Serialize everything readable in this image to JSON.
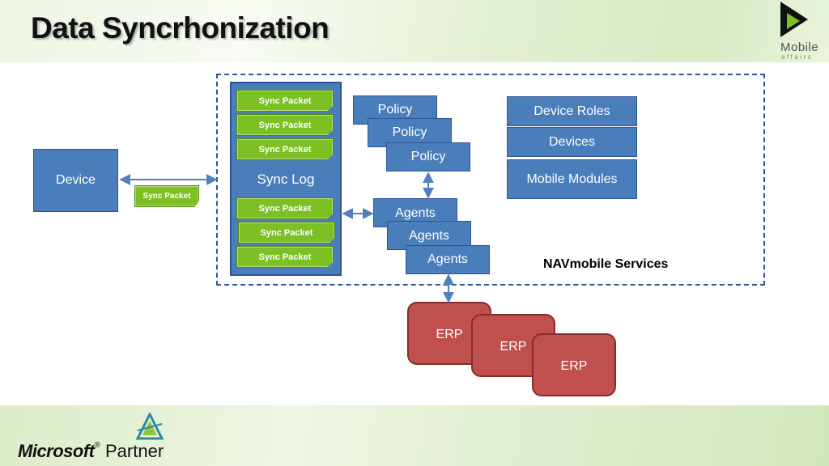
{
  "slide": {
    "title": "Data Syncrhonization",
    "logo_word": "Mobile",
    "logo_sub": "affairs",
    "footer_brand": "Microsoft",
    "footer_partner": "Partner"
  },
  "diagram": {
    "device": "Device",
    "transit_packet": "Sync Packet",
    "sync_log": "Sync Log",
    "sync_packets_top": [
      "Sync Packet",
      "Sync Packet",
      "Sync Packet"
    ],
    "sync_packets_bottom": [
      "Sync Packet",
      "Sync Packet",
      "Sync Packet"
    ],
    "policies": [
      "Policy",
      "Policy",
      "Policy"
    ],
    "agents": [
      "Agents",
      "Agents",
      "Agents"
    ],
    "services": [
      "Device Roles",
      "Devices",
      "Mobile Modules"
    ],
    "services_label": "NAVmobile Services",
    "erps": [
      "ERP",
      "ERP",
      "ERP"
    ]
  },
  "colors": {
    "box_fill": "#4a7ebb",
    "box_border": "#2f5597",
    "packet_fill": "#7cc024",
    "erp_fill": "#c0504d",
    "connector": "#4f81bd"
  }
}
